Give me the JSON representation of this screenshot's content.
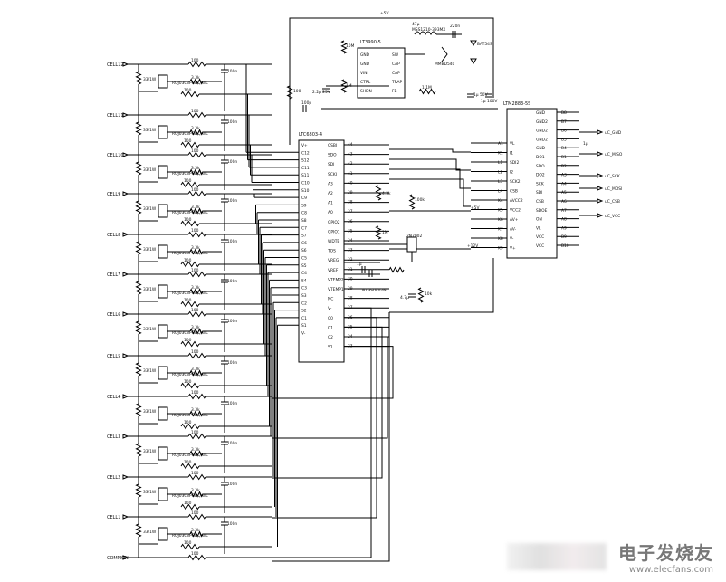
{
  "cells": [
    "CELL12",
    "CELL11",
    "CELL10",
    "CELL9",
    "CELL8",
    "CELL7",
    "CELL6",
    "CELL5",
    "CELL4",
    "CELL3",
    "CELL2",
    "CELL1",
    "COMMON"
  ],
  "parts": {
    "mosfet": "RQJ0303PGDQATL",
    "r_balance": "33/1W",
    "r_small": "100",
    "r_3k3": "3.3k",
    "cap_100n": "100n",
    "r_100": "100"
  },
  "monitor_ic": {
    "name": "LTC6803-4",
    "left_pins": [
      "V+",
      "C12",
      "S12",
      "C11",
      "S11",
      "C10",
      "S10",
      "C9",
      "S9",
      "C8",
      "S8",
      "C7",
      "S7",
      "C6",
      "S6",
      "C5",
      "S5",
      "C4",
      "S4",
      "C3",
      "S3",
      "C2",
      "S2",
      "C1",
      "S1",
      "V-"
    ],
    "right_pins": [
      "CSBI",
      "SDO",
      "SDI",
      "SCKI",
      "A3",
      "A2",
      "A1",
      "A0",
      "GPIO2",
      "GPIO1",
      "WDTB",
      "TOS",
      "VREG",
      "VREF",
      "VTEMP2",
      "VTEMP1",
      "NC",
      "V-",
      "C0",
      "C1",
      "C2",
      "S1"
    ],
    "right_nums": [
      "44",
      "43",
      "42",
      "41",
      "40",
      "39",
      "38",
      "37",
      "36",
      "35",
      "34",
      "33",
      "32",
      "31",
      "30",
      "29",
      "28",
      "27",
      "26",
      "25",
      "24",
      "23"
    ]
  },
  "regulator": {
    "name": "LT3990-5",
    "left_pins": [
      "GND",
      "GND",
      "VIN",
      "CTRL",
      "SHDN"
    ],
    "right_pins": [
      "SW",
      "CAP",
      "CAP",
      "TRAP",
      "FB"
    ],
    "inductor": "47µ",
    "inductor_part": "MSS1210-393MX",
    "cap": "220n",
    "cap_v": "50V",
    "diode1": "BAT54S",
    "diode2": "MMBD540",
    "r_fb": "1.1M",
    "supply": "+5V",
    "c_in": "2.2µ 25V",
    "c_out": "1µ 50V",
    "c_out2": "1µ 100V",
    "r_top": "10M",
    "r_mid": "1M",
    "r_bias": "100"
  },
  "isolator": {
    "name": "LTM2883-5S",
    "left_pins": [
      "VL",
      "I1",
      "SDI2",
      "I2",
      "SCK2",
      "CSB",
      "AVCC2",
      "VCC2",
      "AV+",
      "AV-",
      "V-",
      "V+"
    ],
    "left_nums": [
      "A1",
      "K1",
      "L1",
      "L2",
      "L3",
      "L4",
      "K4",
      "K5",
      "K6",
      "K7",
      "K8",
      "K9"
    ],
    "right_pins": [
      "GND",
      "GND2",
      "GND2",
      "GND2",
      "GND",
      "DO1",
      "SDO",
      "DO2",
      "SCK",
      "SDI",
      "CSB",
      "SDOE",
      "ON",
      "VL",
      "VCC",
      "VCC"
    ],
    "right_nums": [
      "B8",
      "B7",
      "B6",
      "B5",
      "B4",
      "B1",
      "B2",
      "A3",
      "A4",
      "A5",
      "A6",
      "A7",
      "A8",
      "A9",
      "B9",
      "B10"
    ]
  },
  "signals": [
    "uC_GND",
    "uC_MISO",
    "uC_SCK",
    "uC_MOSI",
    "uC_CSB",
    "uC_VCC"
  ],
  "misc": {
    "fet": "2N7002",
    "r_4k3": "4.3k",
    "r_10k": "10k",
    "r_100k": "100k",
    "r_1m": "1M",
    "thermistor": "NTC",
    "cap_1u": "1µ",
    "cap_1n": "1n",
    "cap_220n": "220n",
    "cap_47u": "4.7µ",
    "th_part": "NTHS0402N",
    "plus5": "+5V",
    "plus12": "+12V",
    "v5": "+5V",
    "r_1k": "1k",
    "c_100p": "100p"
  },
  "watermark": {
    "title": "电子发烧友",
    "url": "www.elecfans.com"
  }
}
